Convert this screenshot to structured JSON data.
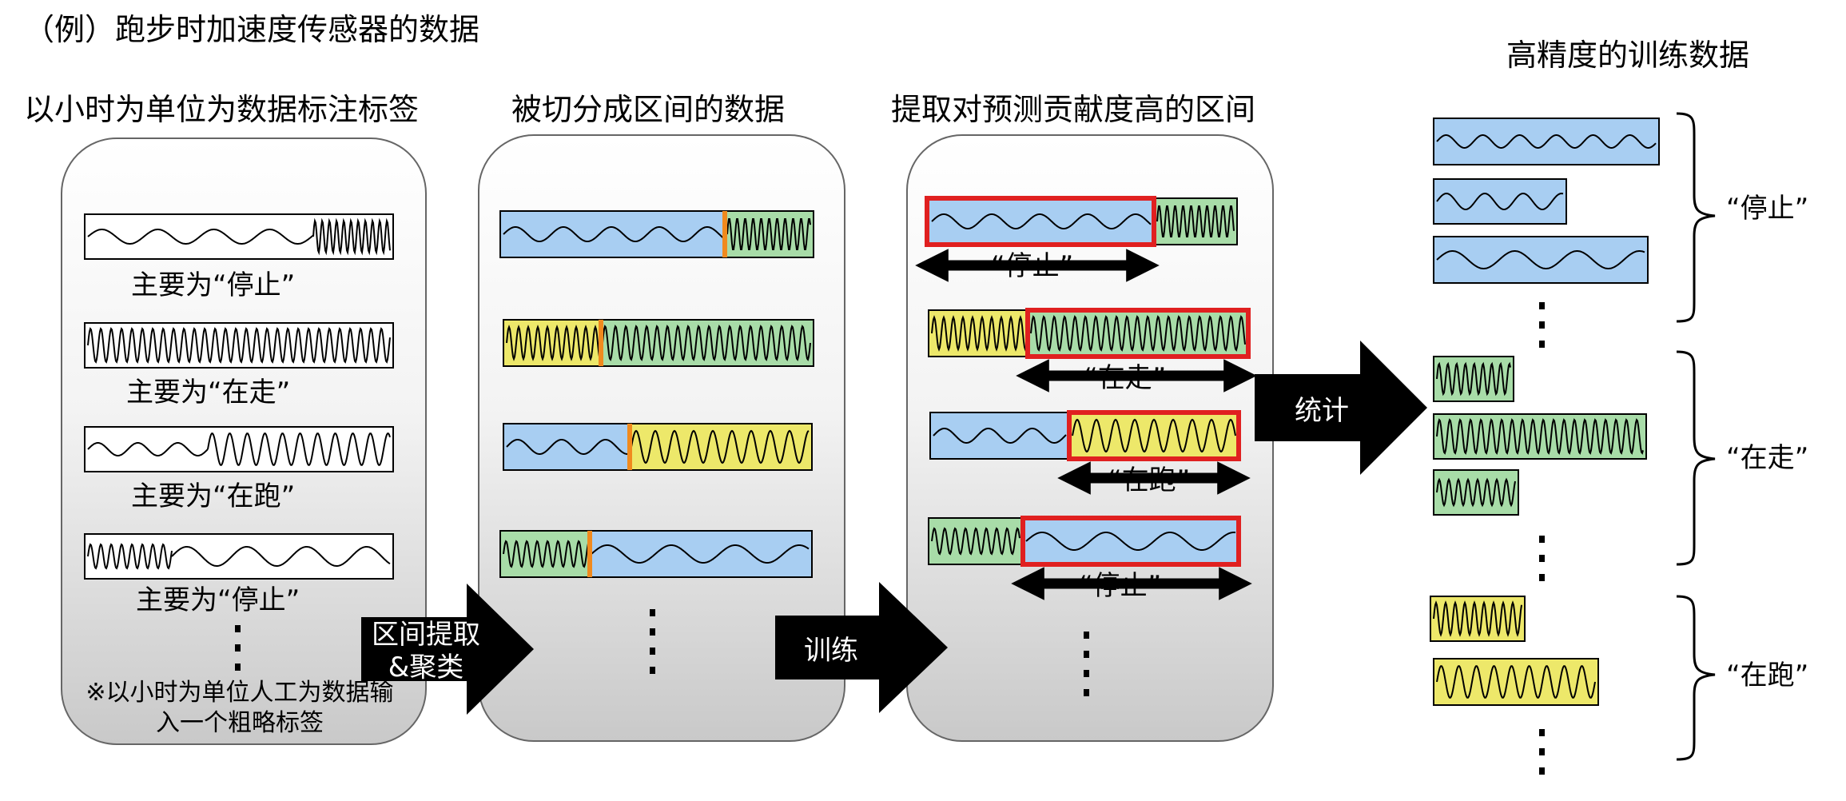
{
  "title": "（例）跑步时加速度传感器的数据",
  "columns": {
    "labeled": {
      "heading": "以小时为单位为数据标注标签",
      "captions": [
        "主要为“停止”",
        "主要为“在走”",
        "主要为“在跑”",
        "主要为“停止”"
      ],
      "note": "※以小时为单位人工为数据输入一个粗略标签"
    },
    "segmented": {
      "heading": "被切分成区间的数据"
    },
    "extracted": {
      "heading": "提取对预测贡献度高的区间",
      "captions": [
        "“停止”",
        "“在走”",
        "“在跑”",
        "“停止”"
      ]
    },
    "training": {
      "heading": "高精度的训练数据",
      "groups": [
        "“停止”",
        "“在走”",
        "“在跑”"
      ]
    }
  },
  "arrows": {
    "extract": "区间提取&聚类",
    "train": "训练",
    "stats": "统计"
  },
  "colors": {
    "stop": "#a8cef2",
    "walk": "#a8dca8",
    "run": "#ede86a",
    "boundary": "#f08a1e",
    "highlight": "#e02020",
    "arrow": "#000000"
  }
}
